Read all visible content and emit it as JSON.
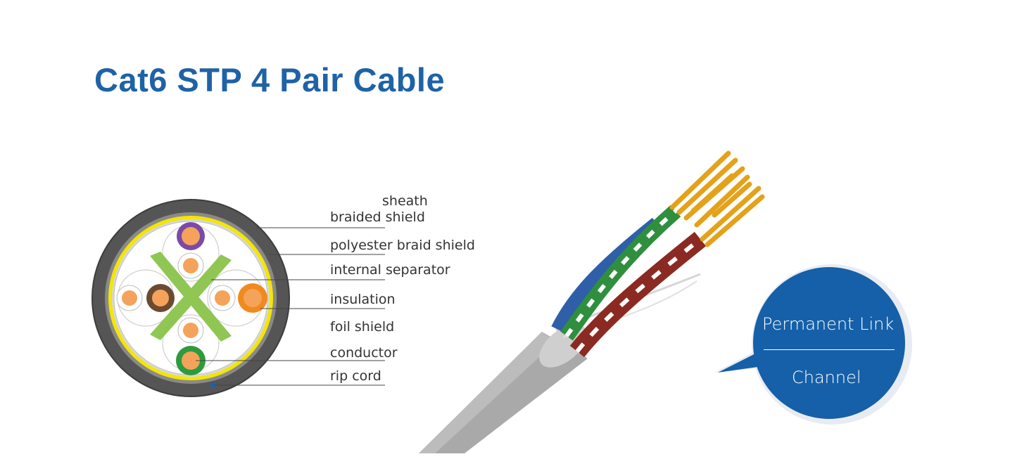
{
  "title": "Cat6 STP 4 Pair Cable",
  "labels": {
    "sheath": "sheath",
    "braided_shield": "braided shield",
    "polyester_braid_shield": "polyester braid shield",
    "internal_separator": "internal separator",
    "insulation": "insulation",
    "foil_shield": "foil shield",
    "conductor": "conductor",
    "rip_cord": "rip cord"
  },
  "bubble": {
    "top": "Permanent Link",
    "bottom": "Channel"
  },
  "colors": {
    "title": "#1f62a6",
    "bubble": "#1560a8",
    "sheath": "#595959",
    "yellow_shield": "#f2e600",
    "separator": "#8bc34a",
    "copper": "#f5a35a"
  }
}
